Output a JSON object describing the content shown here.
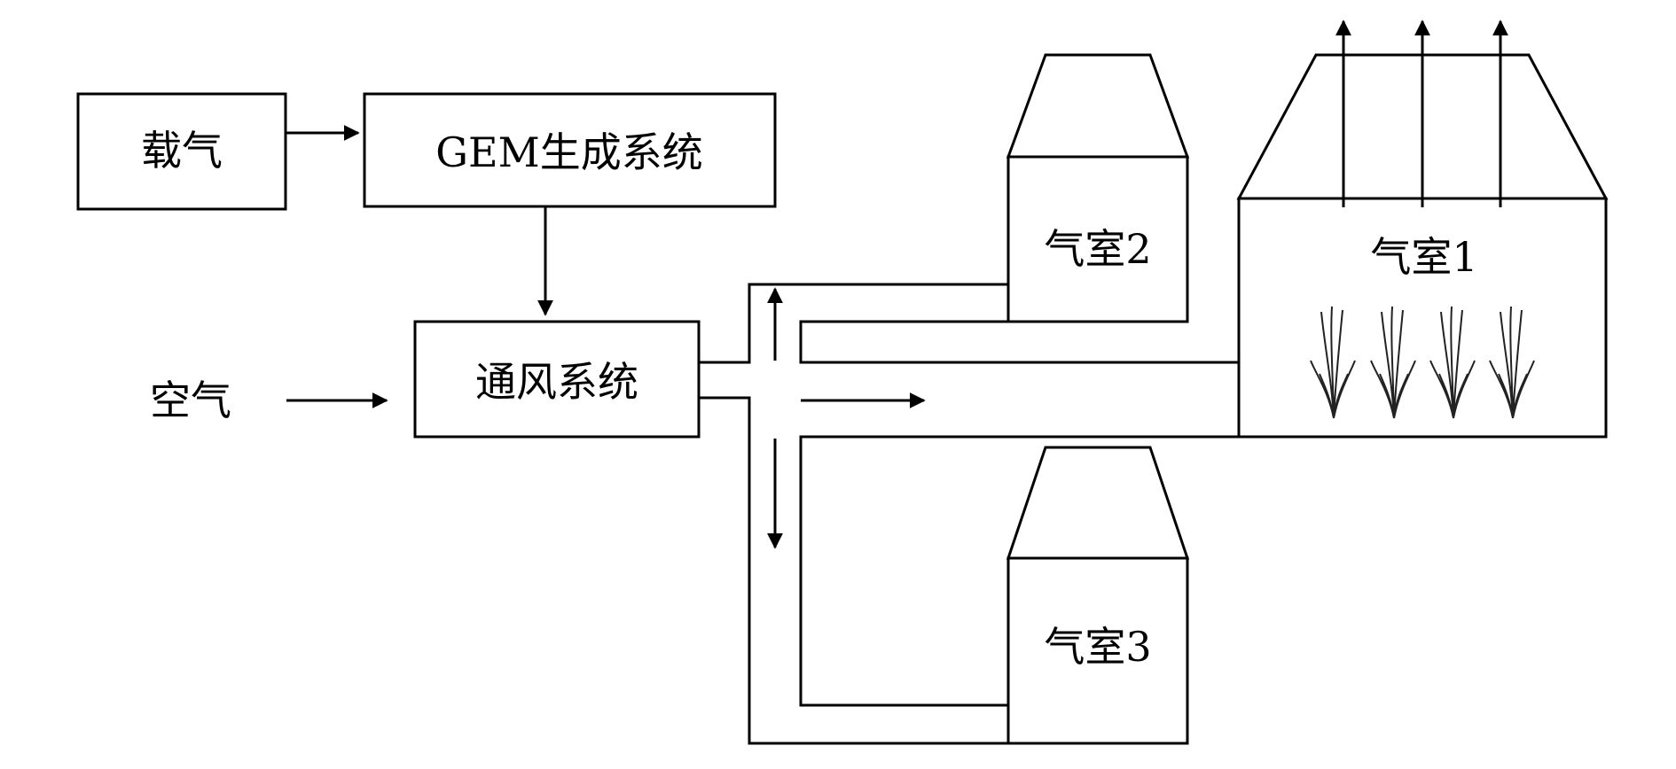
{
  "labels": {
    "carrier_gas": "载气",
    "gem_system": "GEM生成系统",
    "air": "空气",
    "ventilation_system": "通风系统",
    "chamber1": "气室1",
    "chamber2": "气室2",
    "chamber3": "气室3"
  },
  "icons": [
    "plant-icon",
    "arrow-icon"
  ]
}
